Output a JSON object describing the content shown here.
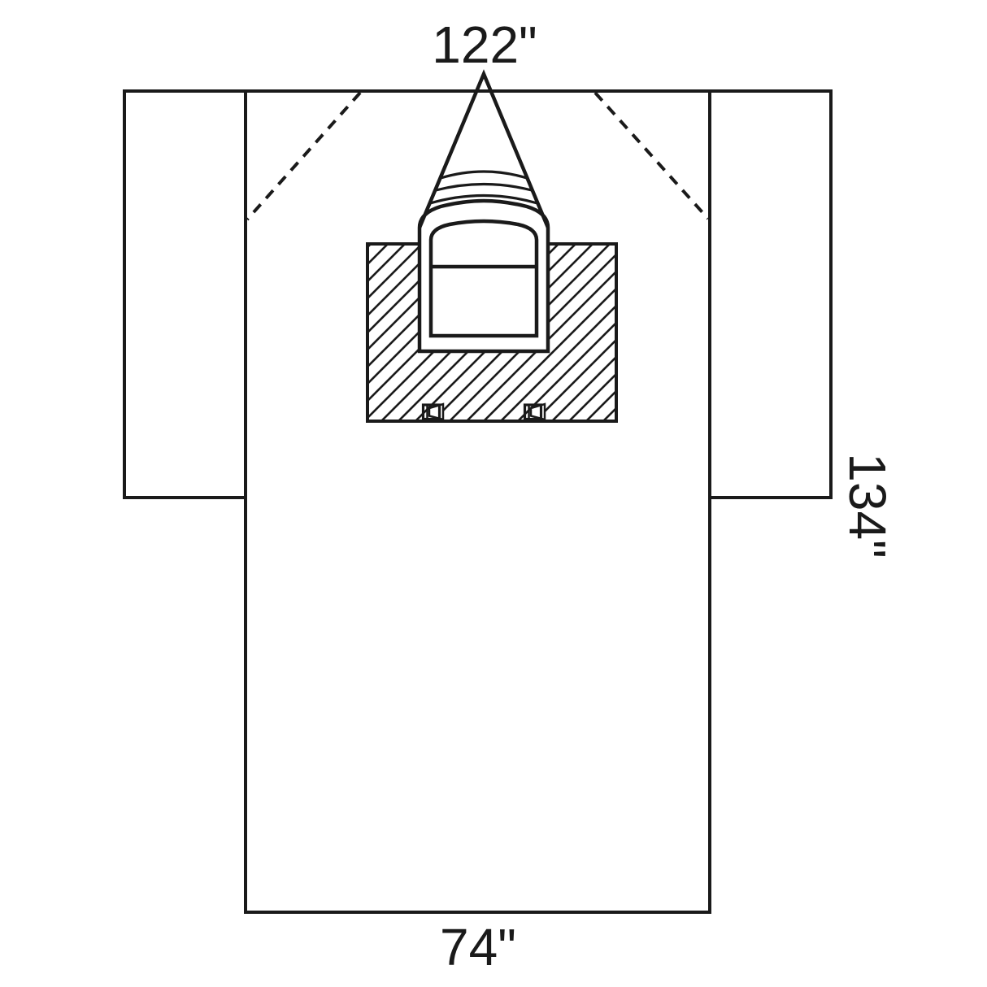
{
  "diagram": {
    "type": "surgical-drape-technical-illustration",
    "labels": {
      "top_width": "122\"",
      "side_length": "134\"",
      "bottom_width": "74\""
    }
  },
  "colors": {
    "line": "#1a1a1a",
    "background": "#ffffff"
  }
}
